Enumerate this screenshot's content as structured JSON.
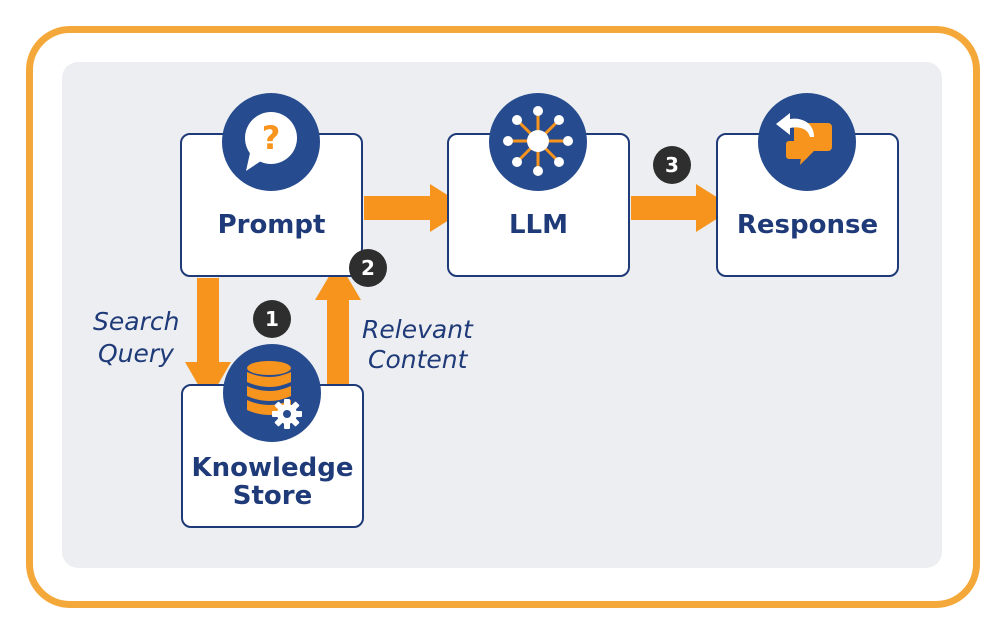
{
  "nodes": {
    "prompt": {
      "label": "Prompt",
      "icon": "question-bubble-icon"
    },
    "llm": {
      "label": "LLM",
      "icon": "network-hub-icon"
    },
    "response": {
      "label": "Response",
      "icon": "reply-chat-icon"
    },
    "knowledge_store": {
      "label_line1": "Knowledge",
      "label_line2": "Store",
      "icon": "database-gear-icon"
    }
  },
  "edges": {
    "search_query": {
      "line1": "Search",
      "line2": "Query"
    },
    "relevant_content": {
      "line1": "Relevant",
      "line2": "Content"
    }
  },
  "badges": {
    "one": "1",
    "two": "2",
    "three": "3"
  },
  "colors": {
    "frame": "#f5a83a",
    "arrow": "#f7941d",
    "node_border": "#1f3a78",
    "icon_circle": "#264b8e",
    "panel": "#eceef1",
    "badge": "#2e2e2e"
  }
}
